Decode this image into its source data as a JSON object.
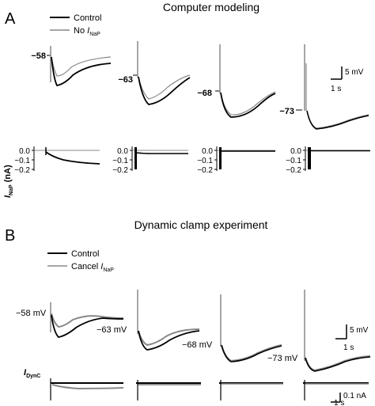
{
  "panel_a": {
    "letter": "A",
    "title": "Computer modeling",
    "legend": {
      "control": "Control",
      "no_inap_prefix": "No ",
      "no_inap_i": "I",
      "no_inap_sub": "NaP"
    },
    "holding_potentials": [
      "−58",
      "−63",
      "−68",
      "−73"
    ],
    "scale_bar": {
      "voltage": "5 mV",
      "time": "1 s"
    },
    "y_axis": {
      "i": "I",
      "sub": "NaP",
      "unit": " (nA)"
    },
    "current_ticks": [
      "0.0",
      "−0.1",
      "−0.2"
    ]
  },
  "panel_b": {
    "letter": "B",
    "title": "Dynamic clamp experiment",
    "legend": {
      "control": "Control",
      "cancel_prefix": "Cancel ",
      "cancel_i": "I",
      "cancel_sub": "NaP"
    },
    "holding_potentials": [
      "−58 mV",
      "−63 mV",
      "−68 mV",
      "−73 mV"
    ],
    "scale_bar": {
      "voltage": "5 mV",
      "time": "1 s"
    },
    "current_label": {
      "i": "I",
      "sub": "DynC"
    },
    "current_scale": {
      "amplitude": "0.1 nA",
      "time": "1 s"
    }
  },
  "colors": {
    "control_trace": "#000000",
    "comparison_trace": "#888888"
  }
}
